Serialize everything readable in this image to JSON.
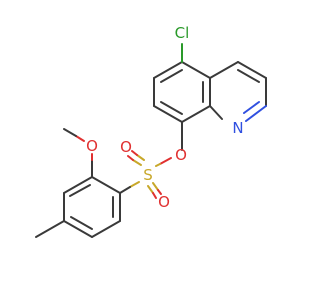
{
  "molecule": {
    "atoms": {
      "cl": {
        "symbol": "Cl",
        "color": "#2a9a2a"
      },
      "n": {
        "symbol": "N",
        "color": "#3050e0"
      },
      "o_ester": {
        "symbol": "O",
        "color": "#e03030"
      },
      "s": {
        "symbol": "S",
        "color": "#c8a82a"
      },
      "o_s1": {
        "symbol": "O",
        "color": "#e03030"
      },
      "o_s2": {
        "symbol": "O",
        "color": "#e03030"
      },
      "o_methoxy": {
        "symbol": "O",
        "color": "#e03030"
      }
    },
    "bond_color": "#3a3a3a"
  }
}
